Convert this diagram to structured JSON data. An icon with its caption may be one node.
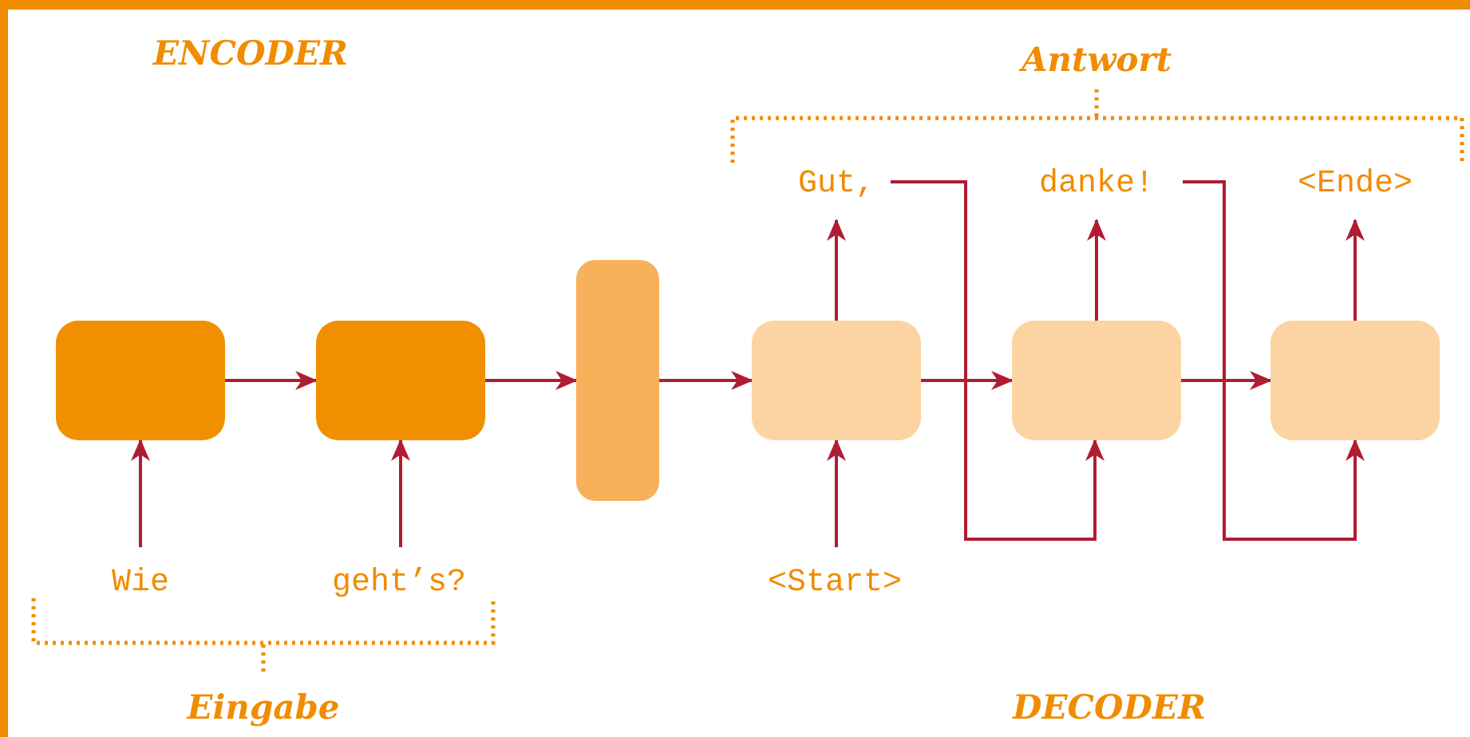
{
  "diagram": {
    "nodes": [
      {
        "text": [],
        "shape": "box"
      },
      {
        "text": [],
        "shape": "box"
      },
      {
        "text": [],
        "shape": "bar"
      },
      {
        "text": [],
        "shape": "box"
      },
      {
        "text": [],
        "shape": "box"
      },
      {
        "text": [],
        "shape": "box"
      },
      {
        "text": [
          "Wie"
        ]
      },
      {
        "text": [
          "geht’s?"
        ]
      },
      {
        "text": [
          "<Start>"
        ]
      },
      {
        "text": [
          "Gut,"
        ]
      },
      {
        "text": [
          "danke!"
        ]
      },
      {
        "text": [
          "<Ende>"
        ]
      }
    ],
    "edges": [
      {
        "from": 0,
        "to": 1,
        "arrow": "to"
      },
      {
        "from": 1,
        "to": 2,
        "arrow": "to"
      },
      {
        "from": 2,
        "to": 3,
        "arrow": "to"
      },
      {
        "from": 3,
        "to": 4,
        "arrow": "to"
      },
      {
        "from": 4,
        "to": 5,
        "arrow": "to"
      },
      {
        "from": 6,
        "to": 0,
        "arrow": "to"
      },
      {
        "from": 7,
        "to": 1,
        "arrow": "to"
      },
      {
        "from": 8,
        "to": 3,
        "arrow": "to"
      },
      {
        "from": 3,
        "to": 9,
        "arrow": "to"
      },
      {
        "from": 4,
        "to": 10,
        "arrow": "to"
      },
      {
        "from": 5,
        "to": 11,
        "arrow": "to"
      },
      {
        "from": 9,
        "to": 4,
        "arrow": "to"
      },
      {
        "from": 10,
        "to": 5,
        "arrow": "to"
      }
    ],
    "labels": [
      "ENCODER",
      "Antwort",
      "Eingabe",
      "DECODER"
    ]
  }
}
